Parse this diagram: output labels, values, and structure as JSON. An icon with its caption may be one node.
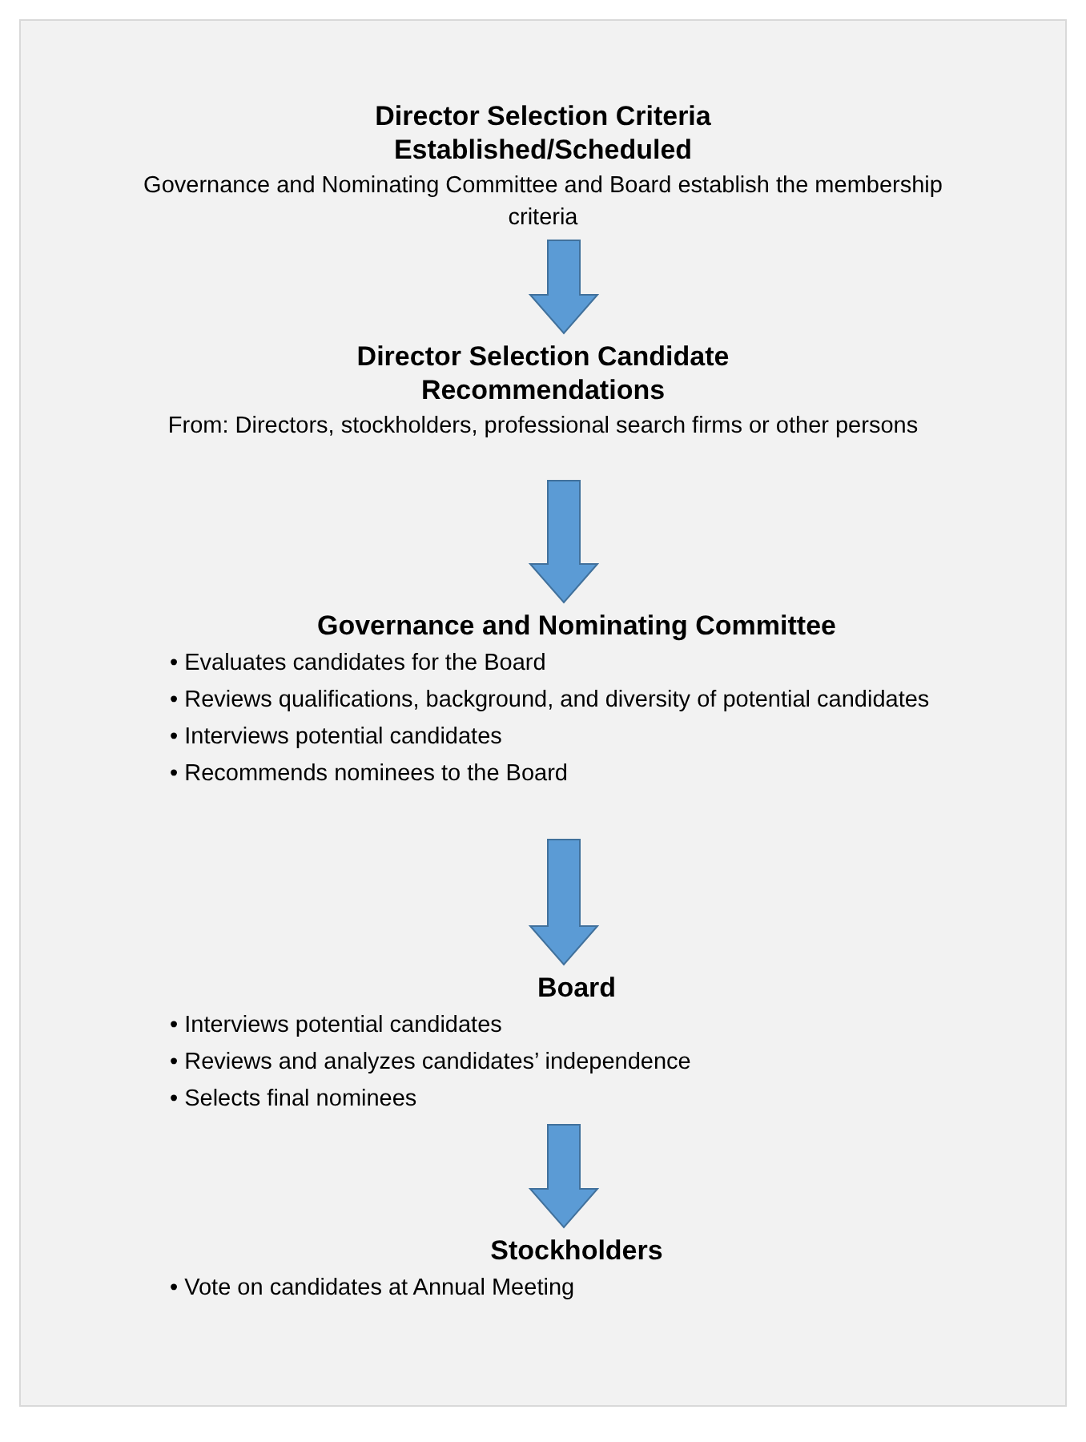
{
  "diagram": {
    "nodes": [
      {
        "text": [
          "Director Selection Criteria Established/Scheduled",
          "Governance and Nominating Committee and Board establish the membership criteria"
        ]
      },
      {
        "text": [
          "Director Selection Candidate Recommendations",
          "From: Directors, stockholders, professional search firms or other persons"
        ]
      },
      {
        "text": [
          "Governance and Nominating Committee",
          "• Evaluates candidates for the Board",
          "• Reviews qualifications, background, and diversity of potential candidates",
          "• Interviews potential candidates",
          "• Recommends nominees to the Board"
        ]
      },
      {
        "text": [
          "Board",
          "• Interviews potential candidates",
          "• Reviews and analyzes candidates’ independence",
          "• Selects final nominees"
        ]
      },
      {
        "text": [
          "Stockholders",
          "• Vote on candidates at Annual Meeting"
        ]
      }
    ],
    "edges": [
      {
        "from": 0,
        "to": 1,
        "arrow": "to"
      },
      {
        "from": 1,
        "to": 2,
        "arrow": "to"
      },
      {
        "from": 2,
        "to": 3,
        "arrow": "to"
      },
      {
        "from": 3,
        "to": 4,
        "arrow": "to"
      }
    ]
  }
}
